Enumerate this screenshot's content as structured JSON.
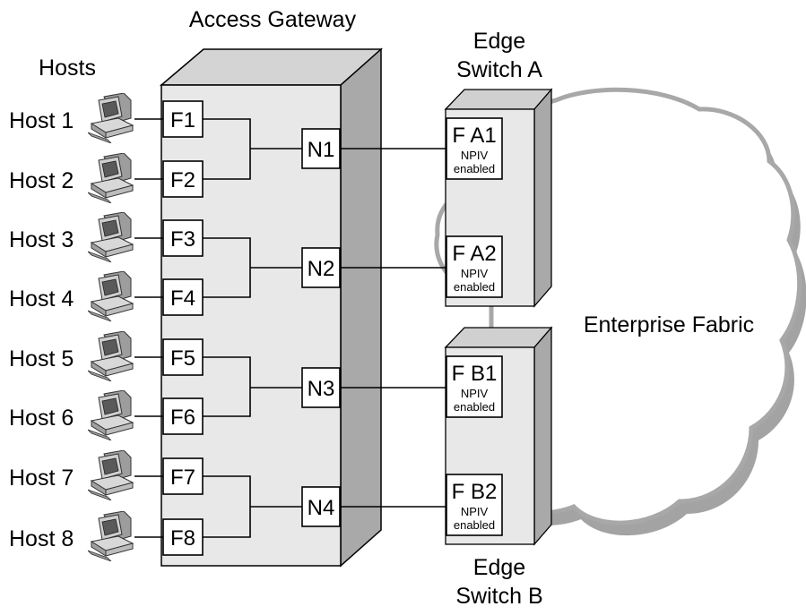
{
  "gateway": {
    "title": "Access Gateway"
  },
  "hosts_header": "Hosts",
  "hosts": [
    {
      "label": "Host 1",
      "port": "F1"
    },
    {
      "label": "Host 2",
      "port": "F2"
    },
    {
      "label": "Host 3",
      "port": "F3"
    },
    {
      "label": "Host 4",
      "port": "F4"
    },
    {
      "label": "Host 5",
      "port": "F5"
    },
    {
      "label": "Host 6",
      "port": "F6"
    },
    {
      "label": "Host 7",
      "port": "F7"
    },
    {
      "label": "Host 8",
      "port": "F8"
    }
  ],
  "n_ports": [
    "N1",
    "N2",
    "N3",
    "N4"
  ],
  "switch_a": {
    "title_line1": "Edge",
    "title_line2": "Switch A",
    "ports": [
      {
        "label": "F A1",
        "note1": "NPIV",
        "note2": "enabled"
      },
      {
        "label": "F A2",
        "note1": "NPIV",
        "note2": "enabled"
      }
    ]
  },
  "switch_b": {
    "title_line1": "Edge",
    "title_line2": "Switch B",
    "ports": [
      {
        "label": "F B1",
        "note1": "NPIV",
        "note2": "enabled"
      },
      {
        "label": "F B2",
        "note1": "NPIV",
        "note2": "enabled"
      }
    ]
  },
  "fabric": {
    "label": "Enterprise Fabric"
  },
  "colors": {
    "gateway_front": "#e8e8e8",
    "gateway_top": "#d4d4d4",
    "gateway_side": "#a9a9aa",
    "cloud_shadow": "#a3a3a3",
    "cloud_outline": "#a8a8a8",
    "computer_body": "#bdbdbd"
  },
  "icons": {
    "host": "computer-icon",
    "fabric": "cloud-icon"
  }
}
